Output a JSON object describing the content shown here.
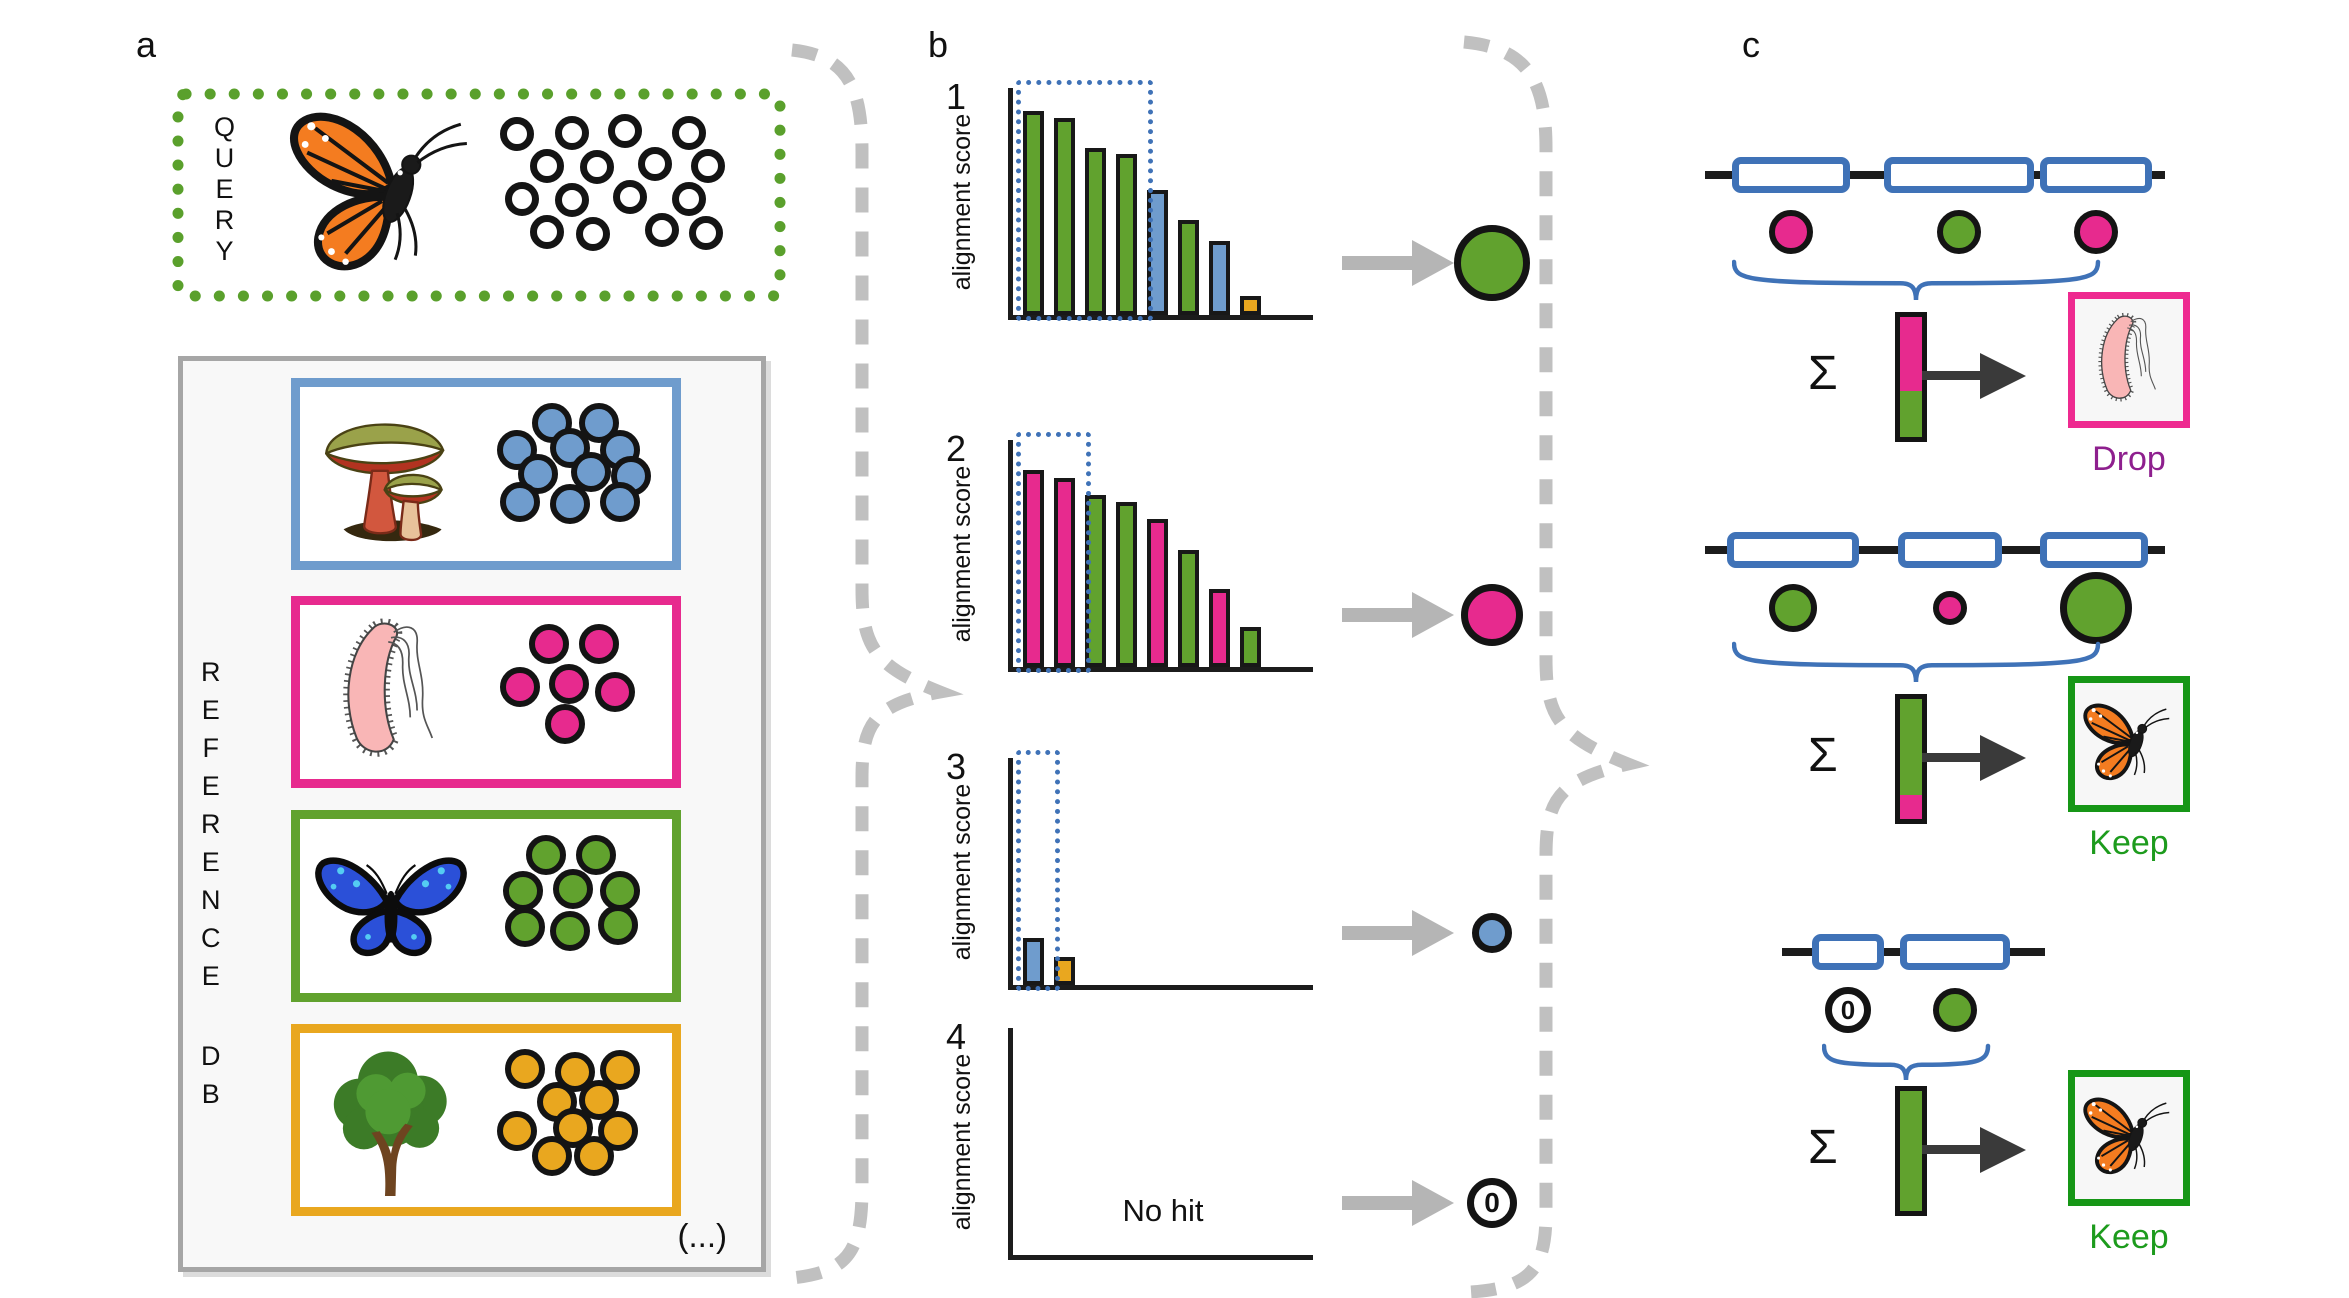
{
  "panels": {
    "a_label": "a",
    "b_label": "b",
    "c_label": "c"
  },
  "palette": {
    "green": "#61a22e",
    "pink": "#e72a8e",
    "blue": "#6f9ccd",
    "orange": "#e9a71f",
    "gene_outline": "#3f72b7",
    "axis": "#1c1c1c",
    "gray_arrow": "#b5b5b5",
    "dark_arrow": "#3a3a3a",
    "dashed_gray": "#c0c0c0",
    "drop_text": "#8e1f8e",
    "keep_text": "#1d9b1d",
    "query_border": "#5aa02c",
    "refdb_border": "#a6a6a6"
  },
  "query": {
    "label_vertical": "QUERY",
    "organism": "monarch",
    "kmer_count": 16,
    "kmer_style": "open"
  },
  "reference_db": {
    "label_word1": "REFERENCE",
    "label_word2": "DB",
    "more_label": "(...)",
    "entries": [
      {
        "organism": "mushroom",
        "color": "blue",
        "kmer_count": 11
      },
      {
        "organism": "bacterium",
        "color": "pink",
        "kmer_count": 6
      },
      {
        "organism": "bluefly",
        "color": "green",
        "kmer_count": 8
      },
      {
        "organism": "tree",
        "color": "orange",
        "kmer_count": 10
      }
    ]
  },
  "chart_data": [
    {
      "type": "bar",
      "title": "1",
      "ylabel": "alignment score",
      "values": [
        0.96,
        0.93,
        0.79,
        0.76,
        0.59,
        0.45,
        0.35,
        0.09
      ],
      "colors": [
        "green",
        "green",
        "green",
        "green",
        "blue",
        "green",
        "blue",
        "orange"
      ],
      "ylim": [
        0,
        1
      ],
      "grid": false,
      "selected_top_hits": 4,
      "result": {
        "shape": "circle",
        "color": "green",
        "size": "large"
      }
    },
    {
      "type": "bar",
      "title": "2",
      "ylabel": "alignment score",
      "values": [
        0.93,
        0.89,
        0.81,
        0.78,
        0.7,
        0.55,
        0.37,
        0.19
      ],
      "colors": [
        "pink",
        "pink",
        "green",
        "green",
        "pink",
        "green",
        "pink",
        "green"
      ],
      "ylim": [
        0,
        1
      ],
      "grid": false,
      "selected_top_hits": 2,
      "result": {
        "shape": "circle",
        "color": "pink",
        "size": "medium"
      }
    },
    {
      "type": "bar",
      "title": "3",
      "ylabel": "alignment score",
      "values": [
        0.22,
        0.13
      ],
      "colors": [
        "blue",
        "orange"
      ],
      "ylim": [
        0,
        1
      ],
      "grid": false,
      "selected_top_hits": 1,
      "result": {
        "shape": "circle",
        "color": "blue",
        "size": "small"
      }
    },
    {
      "type": "bar",
      "title": "4",
      "ylabel": "alignment score",
      "values": [],
      "colors": [],
      "ylim": [
        0,
        1
      ],
      "grid": false,
      "no_data_label": "No hit",
      "result": {
        "shape": "zero-badge",
        "label": "0"
      }
    }
  ],
  "panel_c": {
    "sigma": "Σ",
    "rows": [
      {
        "exon_count": 3,
        "votes": [
          {
            "color": "pink",
            "size": 44
          },
          {
            "color": "green",
            "size": 44
          },
          {
            "color": "pink",
            "size": 44
          }
        ],
        "sum_segments": [
          {
            "color": "pink",
            "frac": 0.62
          },
          {
            "color": "green",
            "frac": 0.38
          }
        ],
        "decision": {
          "label": "Drop",
          "organism": "bacterium",
          "box_color": "#ee2a90",
          "label_color": "#8e1f8e"
        }
      },
      {
        "exon_count": 3,
        "votes": [
          {
            "color": "green",
            "size": 48
          },
          {
            "color": "pink",
            "size": 34
          },
          {
            "color": "green",
            "size": 72
          }
        ],
        "sum_segments": [
          {
            "color": "green",
            "frac": 0.8
          },
          {
            "color": "pink",
            "frac": 0.2
          }
        ],
        "decision": {
          "label": "Keep",
          "organism": "monarch",
          "box_color": "#169616",
          "label_color": "#1d9b1d"
        }
      },
      {
        "exon_count": 2,
        "votes": [
          {
            "type": "zero",
            "label": "0",
            "size": 46
          },
          {
            "color": "green",
            "size": 44
          }
        ],
        "sum_segments": [
          {
            "color": "green",
            "frac": 1.0
          }
        ],
        "decision": {
          "label": "Keep",
          "organism": "monarch",
          "box_color": "#169616",
          "label_color": "#1d9b1d"
        }
      }
    ]
  }
}
